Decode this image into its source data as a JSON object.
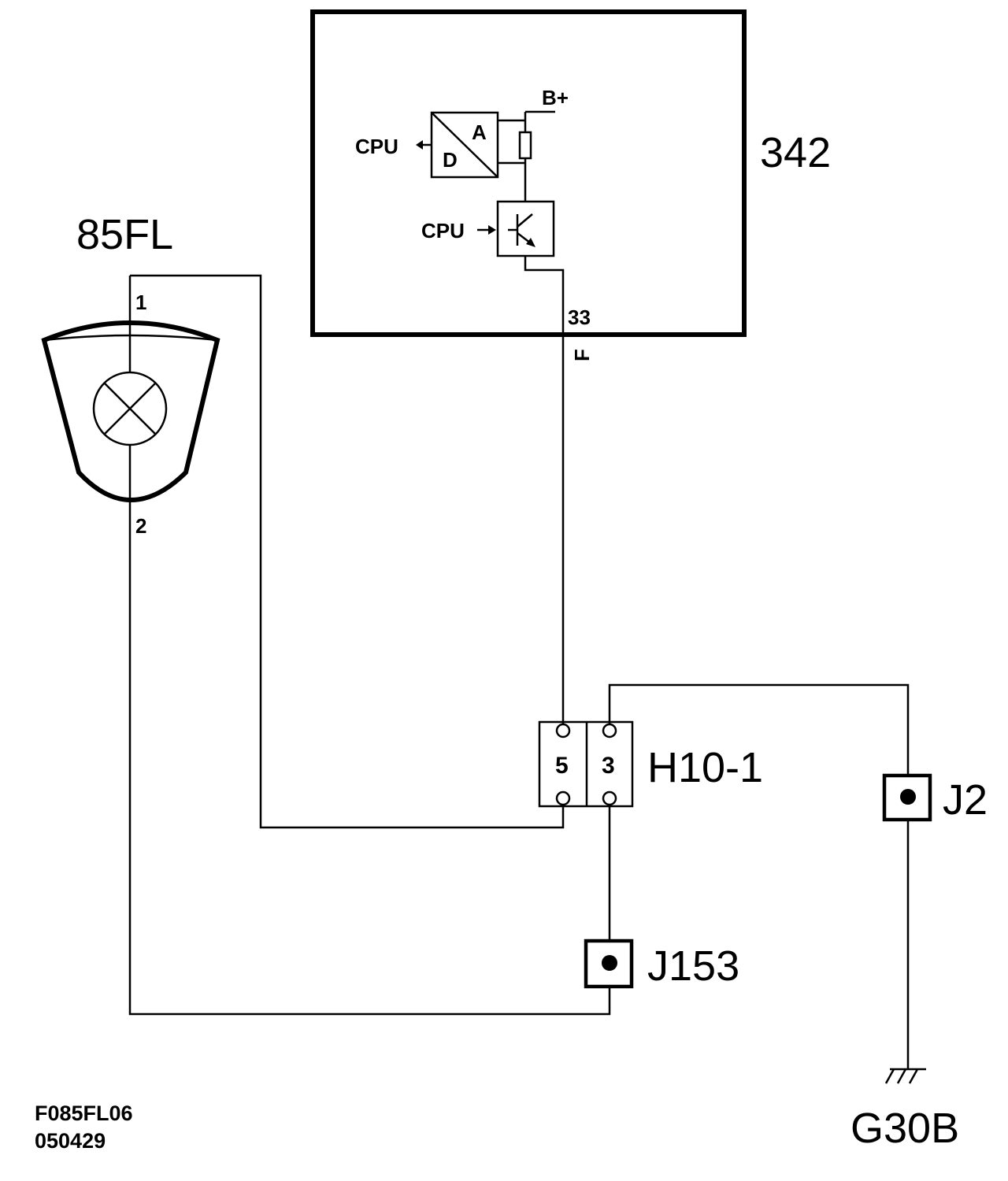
{
  "components": {
    "ecu": {
      "id": "342"
    },
    "lamp": {
      "id": "85FL",
      "pin_top": "1",
      "pin_bottom": "2"
    },
    "connector": {
      "id": "H10-1",
      "pin_left": "5",
      "pin_right": "3"
    },
    "junction_j2": {
      "id": "J2"
    },
    "junction_j153": {
      "id": "J153"
    },
    "ground": {
      "id": "G30B"
    }
  },
  "ecu_internals": {
    "adc_output_label": "CPU",
    "adc_a_label": "A",
    "adc_d_label": "D",
    "supply_label": "B+",
    "driver_input_label": "CPU",
    "output_pin": "33",
    "output_pin_code": "F"
  },
  "footer": {
    "drawing_code": "F085FL06",
    "date_code": "050429"
  }
}
